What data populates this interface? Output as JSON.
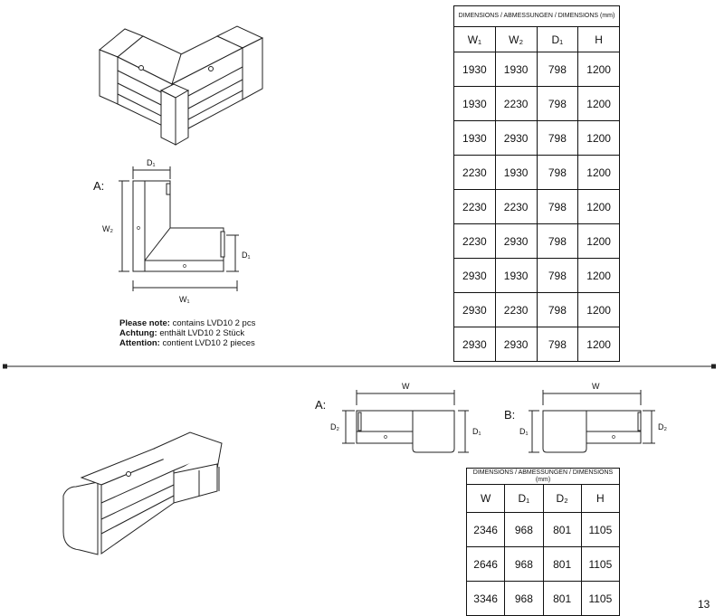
{
  "top_table": {
    "header": "DIMENSIONS / ABMESSUNGEN / DIMENSIONS (mm)",
    "columns": [
      "W₁",
      "W₂",
      "D₁",
      "H"
    ],
    "rows": [
      [
        "1930",
        "1930",
        "798",
        "1200"
      ],
      [
        "1930",
        "2230",
        "798",
        "1200"
      ],
      [
        "1930",
        "2930",
        "798",
        "1200"
      ],
      [
        "2230",
        "1930",
        "798",
        "1200"
      ],
      [
        "2230",
        "2230",
        "798",
        "1200"
      ],
      [
        "2230",
        "2930",
        "798",
        "1200"
      ],
      [
        "2930",
        "1930",
        "798",
        "1200"
      ],
      [
        "2930",
        "2230",
        "798",
        "1200"
      ],
      [
        "2930",
        "2930",
        "798",
        "1200"
      ]
    ]
  },
  "bottom_table": {
    "header": "DIMENSIONS / ABMESSUNGEN / DIMENSIONS (mm)",
    "columns": [
      "W",
      "D₁",
      "D₂",
      "H"
    ],
    "rows": [
      [
        "2346",
        "968",
        "801",
        "1105"
      ],
      [
        "2646",
        "968",
        "801",
        "1105"
      ],
      [
        "3346",
        "968",
        "801",
        "1105"
      ]
    ]
  },
  "note": {
    "line1_bold": "Please note:",
    "line1_text": " contains LVD10 2 pcs",
    "line2_bold": "Achtung:",
    "line2_text": " enthält LVD10 2 Stück",
    "line3_bold": "Attention:",
    "line3_text": " contient LVD10 2 pieces"
  },
  "plan_a": {
    "label": "A:",
    "d1_top": "D₁",
    "w2": "W₂",
    "d1_side": "D₁",
    "w1": "W₁"
  },
  "plan_bottom_a": {
    "label": "A:",
    "w": "W",
    "d2": "D₂",
    "d1": "D₁"
  },
  "plan_bottom_b": {
    "label": "B:",
    "w": "W",
    "d1": "D₁",
    "d2": "D₂"
  },
  "page_number": "13"
}
